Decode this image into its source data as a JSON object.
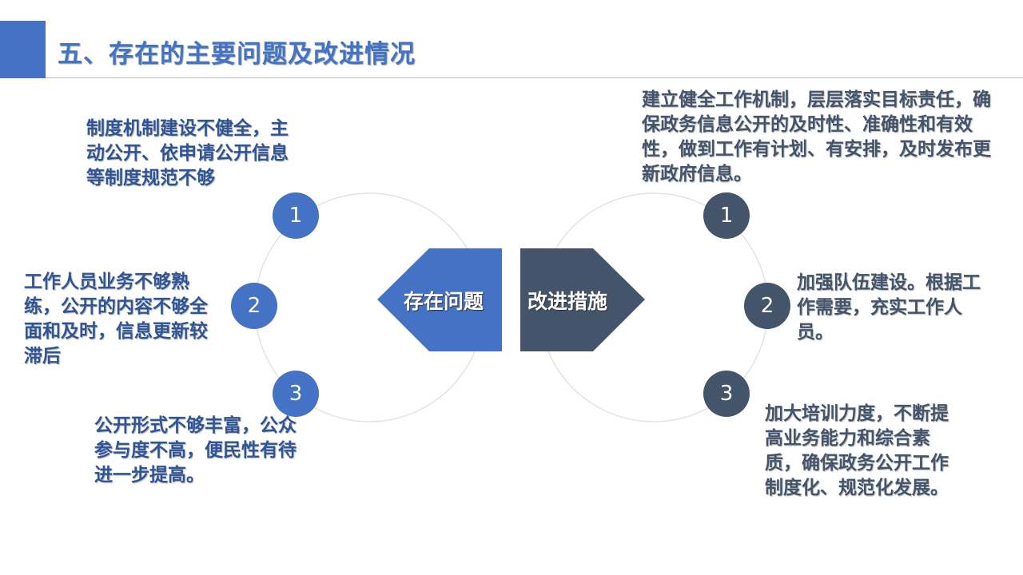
{
  "title": "五、存在的主要问题及改进情况",
  "colors": {
    "accent": "#4472C4",
    "dark": "#44546A"
  },
  "center": {
    "problems_label": "存在问题",
    "improvements_label": "改进措施"
  },
  "problems": [
    {
      "num": "1",
      "text": "制度机制建设不健全，主动公开、依申请公开信息等制度规范不够"
    },
    {
      "num": "2",
      "text": "工作人员业务不够熟练，公开的内容不够全面和及时，信息更新较滞后"
    },
    {
      "num": "3",
      "text": "公开形式不够丰富，公众参与度不高，便民性有待进一步提高。"
    }
  ],
  "improvements": [
    {
      "num": "1",
      "text": "建立健全工作机制，层层落实目标责任，确保政务信息公开的及时性、准确性和有效性，做到工作有计划、有安排，及时发布更新政府信息。"
    },
    {
      "num": "2",
      "text": "加强队伍建设。根据工作需要，充实工作人员。"
    },
    {
      "num": "3",
      "text": "加大培训力度，不断提高业务能力和综合素质，确保政务公开工作制度化、规范化发展。"
    }
  ]
}
